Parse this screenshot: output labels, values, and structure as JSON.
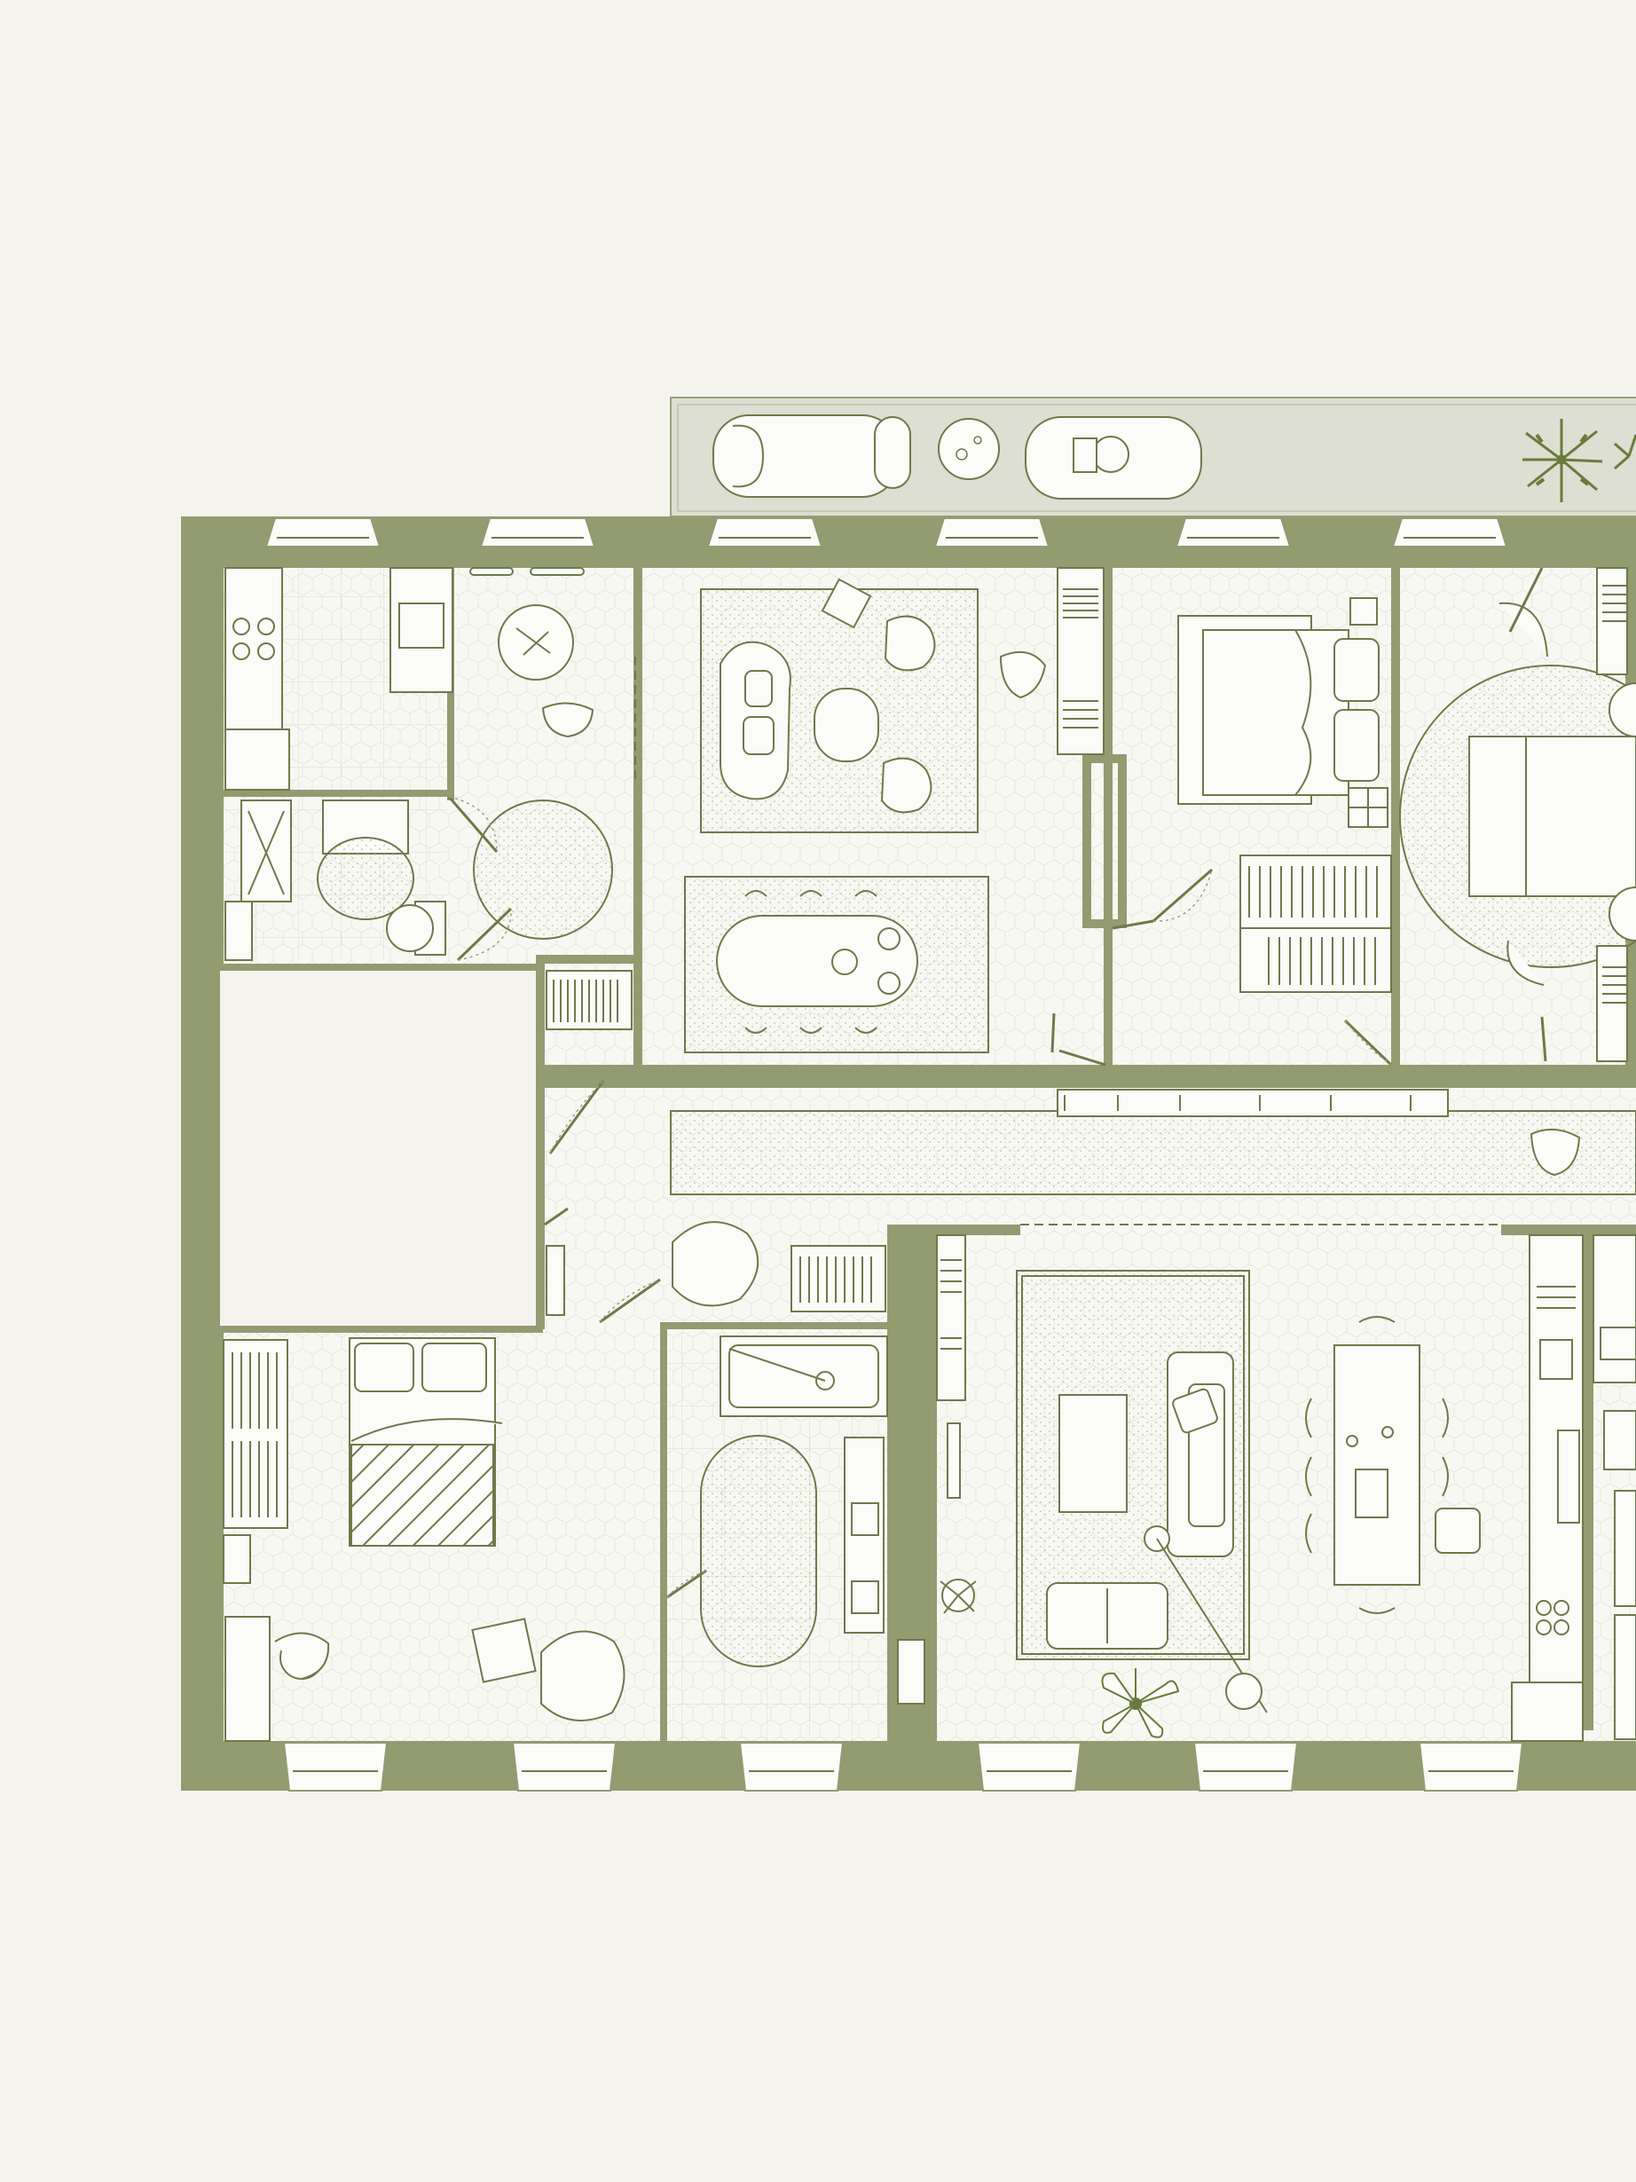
{
  "palette": {
    "background": "#f4f3ee",
    "wall": "#939b71",
    "floor": "#fbfbf8",
    "line": "#6e7a4a",
    "terrace": "#dcdfd1",
    "plant": "#6b7a3c"
  },
  "plan": {
    "terrace": {
      "label": ""
    },
    "rooms": [
      {
        "id": "kitchen-top"
      },
      {
        "id": "entry-hall"
      },
      {
        "id": "living-dining"
      },
      {
        "id": "bedroom-1"
      },
      {
        "id": "bedroom-2"
      },
      {
        "id": "corridor"
      },
      {
        "id": "bedroom-3"
      },
      {
        "id": "bathroom"
      },
      {
        "id": "living-room-2"
      },
      {
        "id": "kitchen-2"
      }
    ]
  }
}
